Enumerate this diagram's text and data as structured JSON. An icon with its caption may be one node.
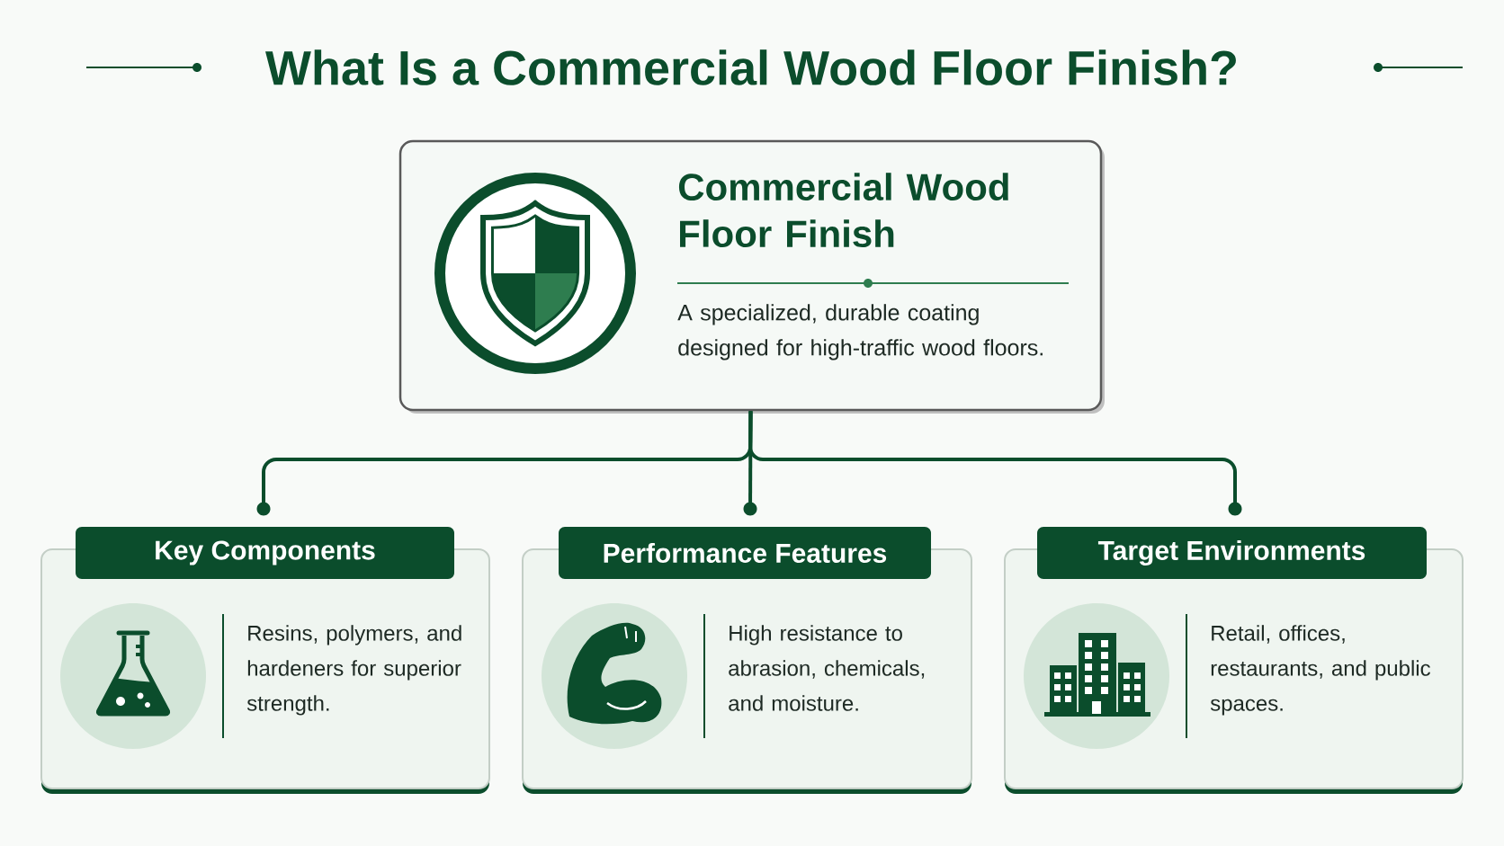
{
  "diagram": {
    "title": "What Is a Commercial Wood Floor Finish?",
    "nodes": [
      {
        "text": [
          "Commercial Wood Floor Finish",
          "A specialized, durable coating designed for high-traffic wood floors."
        ]
      },
      {
        "text": [
          "Key Components",
          "Resins, polymers, and hardeners for superior strength."
        ]
      },
      {
        "text": [
          "Performance Features",
          "High resistance to abrasion, chemicals, and moisture."
        ]
      },
      {
        "text": [
          "Target Environments",
          "Retail, offices, restaurants, and public spaces."
        ]
      }
    ],
    "edges": [
      {
        "from": 0,
        "to": 1,
        "arrow": "other"
      },
      {
        "from": 0,
        "to": 2,
        "arrow": "other"
      },
      {
        "from": 0,
        "to": 3,
        "arrow": "other"
      }
    ]
  }
}
